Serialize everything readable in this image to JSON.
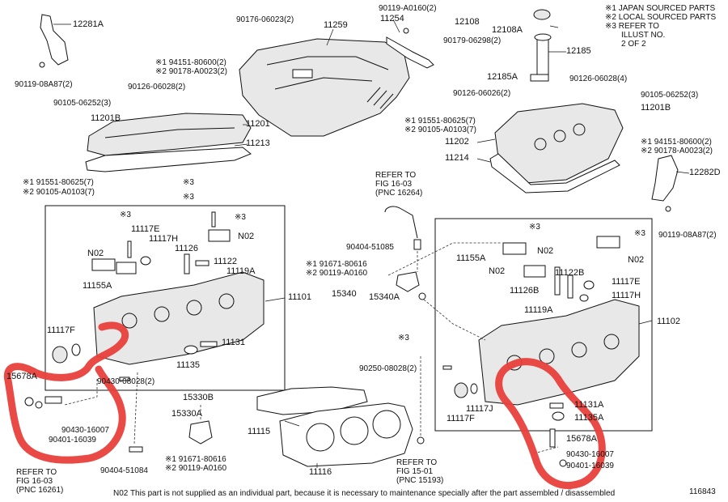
{
  "legend": {
    "item1": "※1 JAPAN SOURCED PARTS",
    "item2": "※2 LOCAL SOURCED PARTS",
    "item3_line1": "※3 REFER TO",
    "item3_line2": "ILLUST NO.",
    "item3_line3": "2 OF 2"
  },
  "footnote": "N02  This part is not supplied as an individual part, because it is necessary to maintenance specially after the part assembled / disassembled",
  "diagram_number": "116843",
  "colors": {
    "highlight": "#e8403c",
    "line": "#111111"
  },
  "labels": {
    "l1": "12281A",
    "l2": "90119-08A87(2)",
    "l3": "90176-06023(2)",
    "l4": "11259",
    "l5": "90119-A0160(2)",
    "l6": "11254",
    "l7": "12108",
    "l8": "12108A",
    "l9": "90179-06298(2)",
    "l10": "12185",
    "l11": "※1 94151-80600(2)",
    "l12": "※2 90178-A0023(2)",
    "l13": "90126-06028(2)",
    "l14": "90105-06252(3)",
    "l15": "11201B",
    "l16": "11201",
    "l17": "11213",
    "l18": "12185A",
    "l19": "90126-06026(2)",
    "l20": "90126-06028(4)",
    "l21": "90105-06252(3)",
    "l22": "11201B",
    "l23": "※1 91551-80625(7)",
    "l24": "※2 90105-A0103(7)",
    "l25": "11202",
    "l26": "11214",
    "l27": "※1  94151-80600(2)",
    "l28": "※2  90178-A0023(2)",
    "l29": "12282D",
    "l30": "※1 91551-80625(7)",
    "l31": "※2 90105-A0103(7)",
    "l32": "※3",
    "l33": "※3",
    "l34": "REFER TO",
    "l35": "FIG 16-03",
    "l36": "(PNC 16264)",
    "l37": "90119-08A87(2)",
    "l38": "※3",
    "l39": "※3",
    "l40": "11117E",
    "l41": "11117H",
    "l42": "N02",
    "l43": "N02",
    "l44": "11126",
    "l45": "11122",
    "l46": "11119A",
    "l47": "11155A",
    "l48": "11101",
    "l49": "90404-51085",
    "l50": "※1 91671-80616",
    "l51": "※2 90119-A0160",
    "l52": "15340",
    "l53": "15340A",
    "l54": "※3",
    "l55": "※3",
    "l56": "11155A",
    "l57": "N02",
    "l58": "N02",
    "l59": "N02",
    "l60": "11122B",
    "l61": "11117E",
    "l62": "11126B",
    "l63": "11117H",
    "l64": "11119A",
    "l65": "11102",
    "l66": "11117F",
    "l67": "11131",
    "l68": "11135",
    "l69": "15678A",
    "l70": "90430-08028(2)",
    "l71": "※3",
    "l72": "90250-08028(2)",
    "l73": "15330B",
    "l74": "15330A",
    "l75": "90430-16007",
    "l76": "90401-16039",
    "l77": "11115",
    "l78": "11117F",
    "l79": "11117J",
    "l80": "11131A",
    "l81": "11135A",
    "l82": "15678A",
    "l83": "90430-16007",
    "l84": "90401-16039",
    "l85": "90404-51084",
    "l86": "※1 91671-80616",
    "l87": "※2 90119-A0160",
    "l88": "11116",
    "l89": "REFER TO",
    "l90": "FIG 15-01",
    "l91": "(PNC 15193)",
    "l92": "REFER TO",
    "l93": "FIG 16-03",
    "l94": "(PNC 16261)"
  }
}
